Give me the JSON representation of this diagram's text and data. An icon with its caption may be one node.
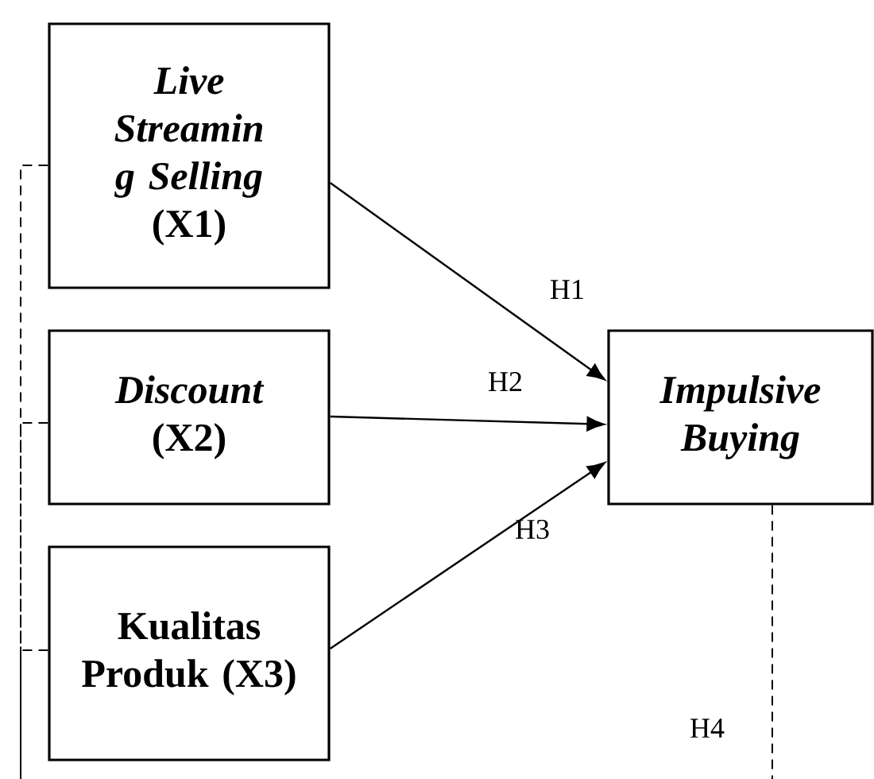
{
  "diagram": {
    "nodes": [
      {
        "text": [
          "Live Streamin g Selling",
          "(X1)"
        ]
      },
      {
        "text": [
          "Discount",
          "(X2)"
        ]
      },
      {
        "text": [
          "Kualitas Produk (X3)"
        ]
      },
      {
        "text": [
          "Impulsive Buying"
        ]
      }
    ],
    "edges": [
      {
        "from": 0,
        "to": 3,
        "arrow": "to",
        "label": "H1"
      },
      {
        "from": 1,
        "to": 3,
        "arrow": "to",
        "label": "H2"
      },
      {
        "from": 2,
        "to": 3,
        "arrow": "to",
        "label": "H3"
      },
      {
        "from": 0,
        "to": null,
        "arrow": "none",
        "style": "dashed"
      },
      {
        "from": 1,
        "to": null,
        "arrow": "none",
        "style": "dashed"
      },
      {
        "from": 2,
        "to": null,
        "arrow": "none",
        "style": "dashed"
      },
      {
        "from": 3,
        "to": null,
        "arrow": "none",
        "style": "dashed",
        "label": "H4"
      }
    ]
  }
}
